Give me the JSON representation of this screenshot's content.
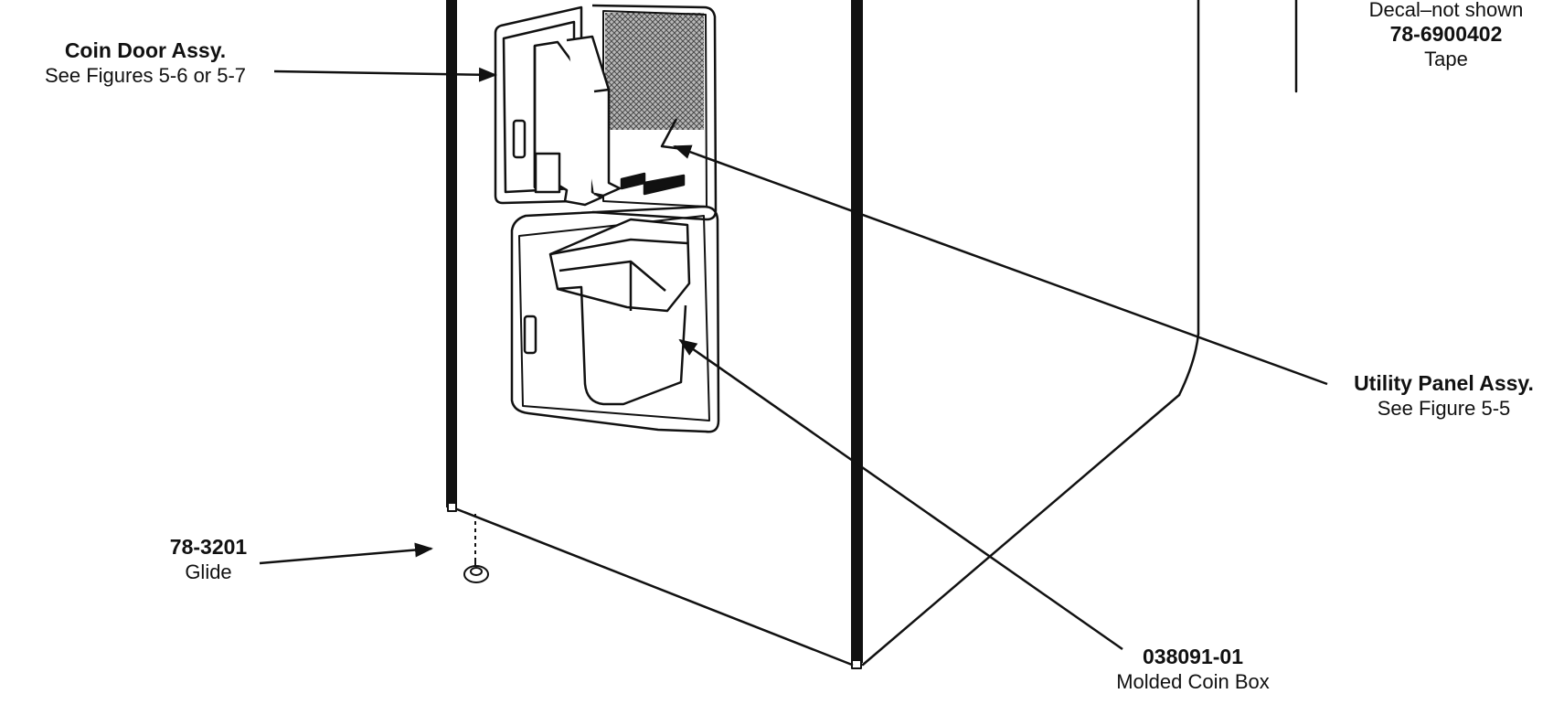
{
  "colors": {
    "ink": "#111111",
    "paper": "#ffffff",
    "screen": "#9a9a9a"
  },
  "labels": {
    "coin_door": {
      "title": "Coin Door Assy.",
      "ref": "See Figures 5-6 or 5-7"
    },
    "decal_tape": {
      "note": "Decal–not shown",
      "part": "78-6900402",
      "desc": "Tape"
    },
    "utility_panel": {
      "title": "Utility Panel Assy.",
      "ref": "See Figure 5-5"
    },
    "glide": {
      "part": "78-3201",
      "desc": "Glide"
    },
    "coin_box": {
      "part": "038091-01",
      "desc": "Molded Coin Box"
    }
  }
}
